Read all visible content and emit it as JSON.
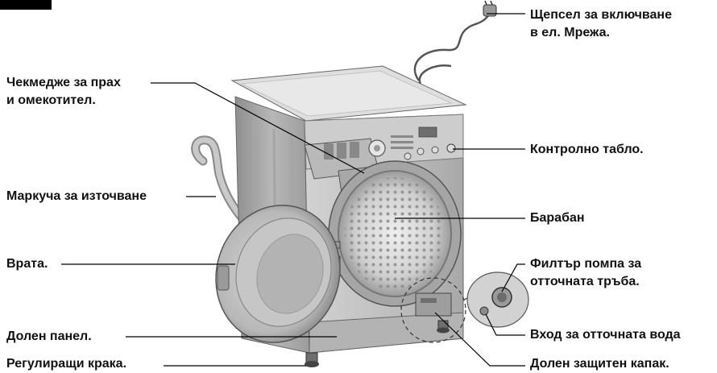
{
  "labels": {
    "plug_line1": "Щепсел за включване",
    "plug_line2": "в ел. Мрежа.",
    "drawer_line1": "Чекмедже за прах",
    "drawer_line2": "и омекотител.",
    "control_panel": "Контролно табло.",
    "drain_hose": "Маркуча за източване",
    "drum": "Барабан",
    "door": "Врата.",
    "filter_line1": "Филтър помпа за",
    "filter_line2": "отточната тръба.",
    "lower_panel": "Долен панел.",
    "drain_inlet": "Вход за отточната вода",
    "feet": "Регулиращи крака.",
    "lower_cover": "Долен защитен капак."
  },
  "colors": {
    "body": "#c4c4c4",
    "body_dark": "#9a9a9a",
    "top": "#dcdcdc",
    "text": "#111111",
    "line": "#000000"
  }
}
